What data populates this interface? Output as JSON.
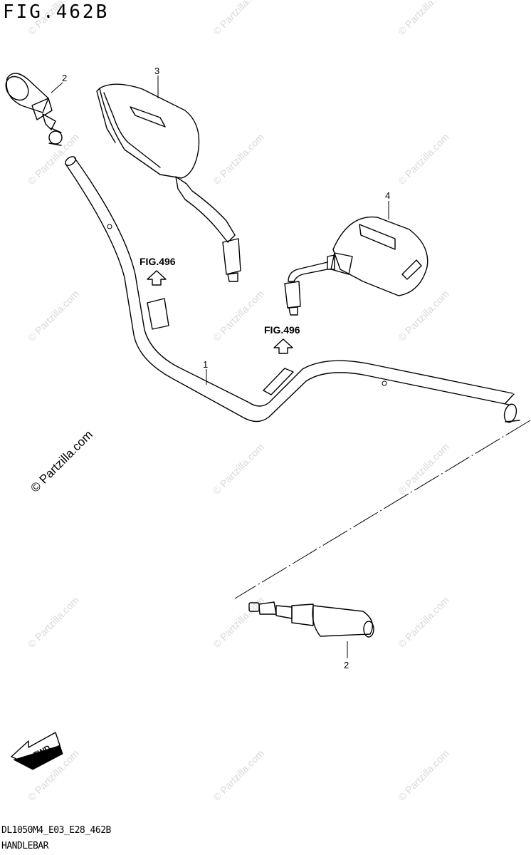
{
  "figure": {
    "title": "FIG.462B",
    "code": "DL1050M4_E03_E28_462B",
    "name": "HANDLEBAR"
  },
  "callouts": [
    {
      "id": "1",
      "label": "1"
    },
    {
      "id": "2a",
      "label": "2"
    },
    {
      "id": "2b",
      "label": "2"
    },
    {
      "id": "3",
      "label": "3"
    },
    {
      "id": "4",
      "label": "4"
    }
  ],
  "references": [
    {
      "id": "ref-left",
      "label": "FIG.496"
    },
    {
      "id": "ref-right",
      "label": "FIG.496"
    }
  ],
  "fwd_label": "FWD",
  "watermark": {
    "text": "© Partzilla.com",
    "color": "#d9d9d9"
  }
}
